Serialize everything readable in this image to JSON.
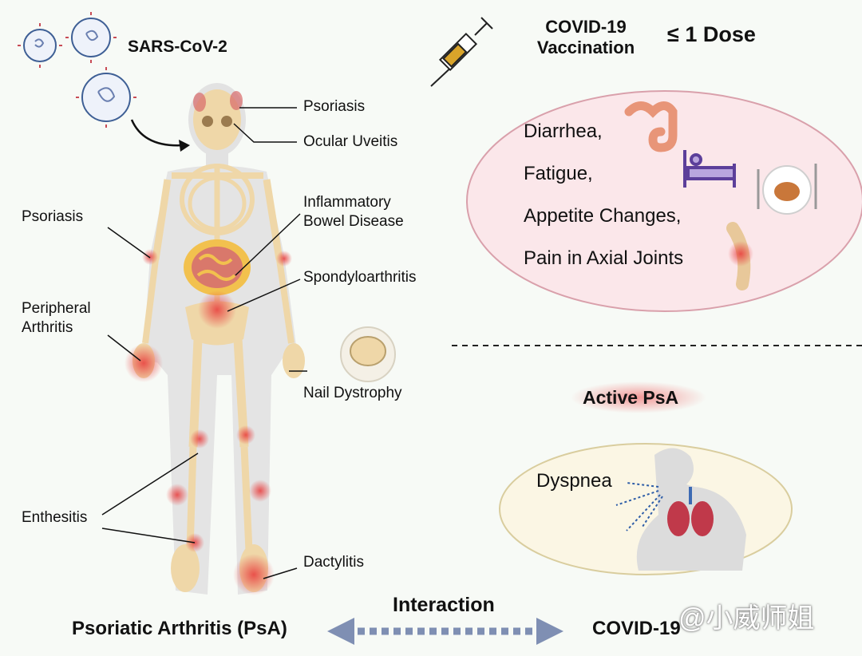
{
  "virus": {
    "label": "SARS-CoV-2",
    "icon": "virus-icon"
  },
  "body_labels": {
    "psoriasis_head": "Psoriasis",
    "ocular_uveitis": "Ocular Uveitis",
    "ibd_line1": "Inflammatory",
    "ibd_line2": "Bowel Disease",
    "spondyloarthritis": "Spondyloarthritis",
    "psoriasis_arm": "Psoriasis",
    "peripheral_line1": "Peripheral",
    "peripheral_line2": "Arthritis",
    "nail_dystrophy": "Nail Dystrophy",
    "enthesitis": "Enthesitis",
    "dactylitis": "Dactylitis"
  },
  "vaccination": {
    "title_line1": "COVID-19",
    "title_line2": "Vaccination",
    "dose": "≤  1 Dose",
    "icon": "syringe-icon",
    "symptoms": [
      "Diarrhea,",
      "Fatigue,",
      "Appetite Changes,",
      "Pain in Axial Joints"
    ],
    "symptom_icons": [
      "intestine-icon",
      "bed-icon",
      "meal-icon",
      "spine-icon"
    ]
  },
  "active": {
    "title": "Active PsA",
    "symptom": "Dyspnea",
    "icon": "lungs-icon"
  },
  "bottom": {
    "left": "Psoriatic Arthritis (PsA)",
    "interaction": "Interaction",
    "right": "COVID-19"
  },
  "watermark": "@小威师姐",
  "colors": {
    "bone": "#efd7a8",
    "inflammation": "#e23b3b",
    "arrow": "#7f8fb3",
    "ellipse_pink": "#fbe7ea",
    "ellipse_yellow": "#fbf6e4"
  }
}
